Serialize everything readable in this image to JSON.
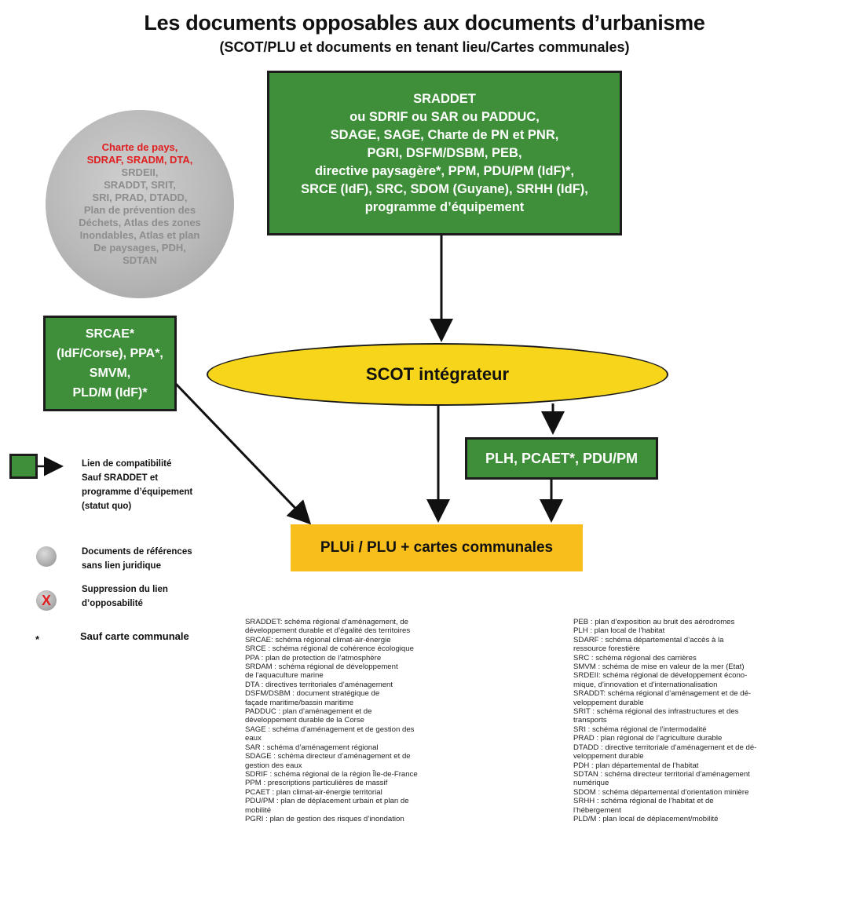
{
  "title": "Les documents opposables aux documents d’urbanisme",
  "subtitle": "(SCOT/PLU et documents en tenant lieu/Cartes communales)",
  "main_box": [
    "SRADDET",
    "ou SDRIF ou SAR ou PADDUC,",
    "SDAGE, SAGE, Charte de PN et PNR,",
    "PGRI, DSFM/DSBM, PEB,",
    "directive paysagère*, PPM, PDU/PM (IdF)*,",
    "SRCE (IdF), SRC, SDOM (Guyane), SRHH (IdF),",
    "programme d’équipement"
  ],
  "circle": {
    "red_lines": [
      "Charte de pays,",
      "SDRAF, SRADM, DTA,"
    ],
    "grey_lines": [
      "SRDEII,",
      "SRADDT, SRIT,",
      "SRI, PRAD, DTADD,",
      "Plan de prévention des",
      "Déchets, Atlas des zones",
      "Inondables, Atlas et plan",
      "De paysages, PDH,",
      "SDTAN"
    ]
  },
  "srcae_box": [
    "SRCAE*",
    "(IdF/Corse), PPA*,",
    "SMVM,",
    "PLD/M (IdF)*"
  ],
  "scot": "SCOT intégrateur",
  "plh_box": "PLH, PCAET*, PDU/PM",
  "plu_box": "PLUi / PLU + cartes communales",
  "legend": {
    "compat": [
      "Lien de compatibilité",
      "Sauf SRADDET et",
      "programme d’équipement",
      "(statut quo)"
    ],
    "reference": [
      "Documents de références",
      "sans lien juridique"
    ],
    "suppression_mark": "X",
    "suppression": [
      "Suppression du lien",
      "d’opposabilité"
    ],
    "star_mark": "*",
    "star": "Sauf carte communale"
  },
  "colors": {
    "green": "#3f8f3a",
    "ellipse": "#f7d51a",
    "plu": "#f8bf1c",
    "red": "#e02020"
  },
  "definitions_left": [
    "SRADDET: schéma régional d’aménagement, de",
    "développement durable et d’égalité des territoires",
    "SRCAE: schéma régional climat-air-énergie",
    "SRCE : schéma régional de cohérence écologique",
    "PPA : plan de protection de l’atmosphère",
    "SRDAM : schéma régional de développement",
    "de l’aquaculture marine",
    "DTA : directives territoriales d’aménagement",
    "DSFM/DSBM : document stratégique de",
    "façade maritime/bassin maritime",
    "PADDUC : plan d’aménagement et de",
    "développement durable de la Corse",
    "SAGE : schéma d’aménagement et de gestion des",
    "eaux",
    "SAR : schéma d’aménagement régional",
    "SDAGE : schéma directeur d’aménagement et de",
    "gestion des eaux",
    "SDRIF : schéma régional de la région Île-de-France",
    "PPM : prescriptions particulières de massif",
    "PCAET : plan climat-air-énergie territorial",
    "PDU/PM : plan de déplacement urbain et plan de",
    "mobilité",
    "PGRI : plan de gestion des risques d’inondation"
  ],
  "definitions_right": [
    "PEB : plan d’exposition au bruit des aérodromes",
    "PLH : plan local de l’habitat",
    "SDARF : schéma départemental d’accès à la",
    "ressource forestière",
    "SRC : schéma régional des carrières",
    "SMVM : schéma de mise en valeur de la mer (Etat)",
    "SRDEII: schéma régional de développement écono-",
    "mique, d’innovation et d’internationalisation",
    "SRADDT: schéma régional d’aménagement et de dé-",
    "veloppement durable",
    "SRIT : schéma régional des infrastructures et des",
    "transports",
    "SRI : schéma régional de l’intermodalité",
    "PRAD : plan régional de l’agriculture durable",
    "DTADD : directive territoriale d’aménagement et de dé-",
    "veloppement durable",
    "PDH : plan départemental de l’habitat",
    "SDTAN : schéma directeur territorial d’aménagement",
    "numérique",
    "SDOM : schéma départemental d’orientation minière",
    "SRHH : schéma régional de l’habitat et de",
    "l’hébergement",
    "PLD/M : plan local de déplacement/mobilité"
  ]
}
